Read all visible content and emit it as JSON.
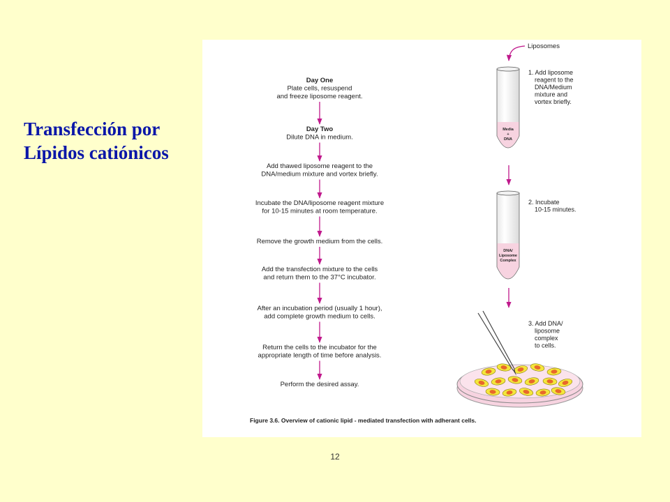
{
  "slide": {
    "title_line1": "Transfección por",
    "title_line2": "Lípidos catiónicos",
    "page_number": "12"
  },
  "colors": {
    "background": "#FFFFCC",
    "title": "#0A16A8",
    "arrow": "#C0198C",
    "dish": "#F7D3E0",
    "cell": "#F4E63C",
    "nucleus": "#E8682A"
  },
  "steps": [
    {
      "heading": "Day One",
      "lines": [
        "Plate cells, resuspend",
        "and freeze liposome reagent."
      ]
    },
    {
      "heading": "Day Two",
      "lines": [
        "Dilute DNA in medium."
      ]
    },
    {
      "heading": "",
      "lines": [
        "Add thawed liposome reagent to the",
        "DNA/medium mixture and vortex briefly."
      ]
    },
    {
      "heading": "",
      "lines": [
        "Incubate the DNA/liposome reagent mixture",
        "for 10-15 minutes at room temperature."
      ]
    },
    {
      "heading": "",
      "lines": [
        "Remove the growth medium from the cells."
      ]
    },
    {
      "heading": "",
      "lines": [
        "Add the transfection mixture to the cells",
        "and return them to the 37°C incubator."
      ]
    },
    {
      "heading": "",
      "lines": [
        "After an incubation period (usually 1 hour),",
        "add complete growth medium to cells."
      ]
    },
    {
      "heading": "",
      "lines": [
        "Return the cells to the incubator for the",
        "appropriate length of time before analysis."
      ]
    },
    {
      "heading": "",
      "lines": [
        "Perform the desired assay."
      ]
    }
  ],
  "right_panel": {
    "liposomes_label": "Liposomes",
    "tube1_label": [
      "Media",
      "+",
      "DNA"
    ],
    "tube2_label": [
      "DNA/",
      "Liposome",
      "Complex"
    ],
    "step1": [
      "1. Add liposome",
      "reagent to the",
      "DNA/Medium",
      "mixture and",
      "vortex briefly."
    ],
    "step2": [
      "2. Incubate",
      "10-15 minutes."
    ],
    "step3": [
      "3. Add DNA/",
      "liposome",
      "complex",
      "to cells."
    ]
  },
  "caption": "Figure 3.6.  Overview of cationic lipid - mediated transfection with adherant cells."
}
